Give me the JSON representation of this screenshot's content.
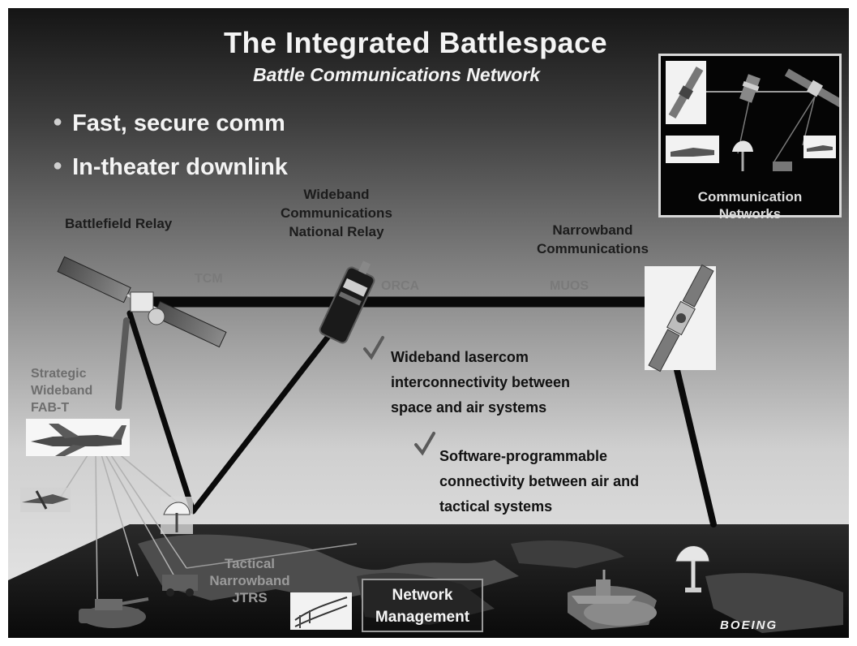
{
  "title": "The Integrated Battlespace",
  "subtitle": "Battle Communications Network",
  "bullets": [
    "Fast, secure comm",
    "In-theater downlink"
  ],
  "labels": {
    "battlefield_relay": "Battlefield Relay",
    "wideband_relay": [
      "Wideband",
      "Communications",
      "National Relay"
    ],
    "narrowband": [
      "Narrowband",
      "Communications"
    ],
    "strategic": [
      "Strategic",
      "Wideband",
      "FAB-T"
    ],
    "tactical": [
      "Tactical",
      "Narrowband",
      "JTRS"
    ],
    "network_management": [
      "Network",
      "Management"
    ],
    "communication_networks": [
      "Communication",
      "Networks"
    ]
  },
  "links": {
    "tcm": "TCM",
    "orca": "ORCA",
    "muos": "MUOS"
  },
  "checks": [
    [
      "Wideband lasercom",
      "interconnectivity between",
      "space and air systems"
    ],
    [
      "Software-programmable",
      "connectivity between air and",
      "tactical systems"
    ]
  ],
  "logo": "BOEING",
  "icons": {
    "check": "checkmark-icon",
    "bullet": "bullet-dot-icon"
  }
}
